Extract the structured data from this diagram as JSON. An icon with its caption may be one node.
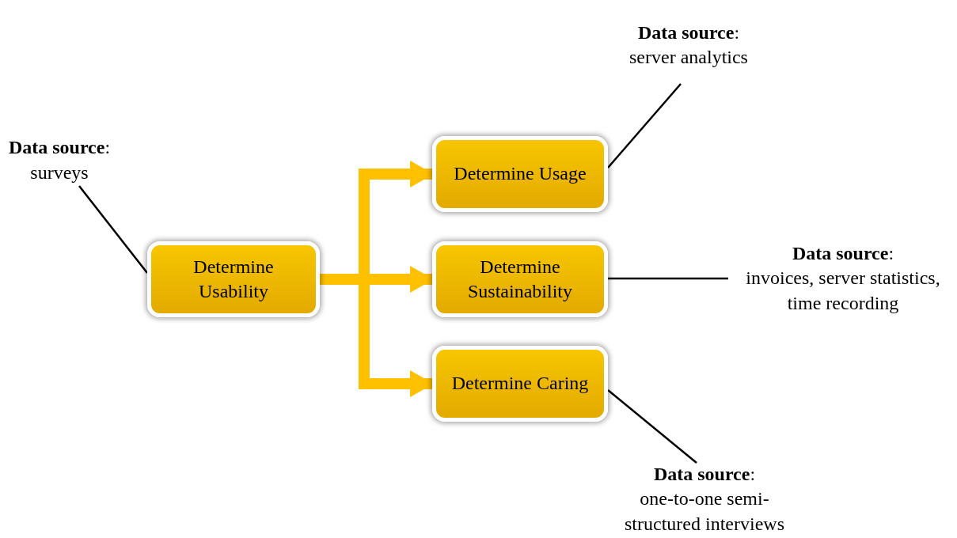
{
  "diagram": {
    "nodes": [
      {
        "text": [
          "**Data source**:",
          "surveys"
        ]
      },
      {
        "text": [
          "Determine Usability"
        ]
      },
      {
        "text": [
          "Determine Usage"
        ]
      },
      {
        "text": [
          "Determine Sustainability"
        ]
      },
      {
        "text": [
          "Determine Caring"
        ]
      },
      {
        "text": [
          "**Data source**:",
          "server analytics"
        ]
      },
      {
        "text": [
          "**Data source**:",
          "invoices, server statistics, time recording"
        ]
      },
      {
        "text": [
          "**Data source**:",
          "one-to-one semi-structured interviews"
        ]
      }
    ],
    "edges": [
      {
        "from": 0,
        "to": 1,
        "arrow": "none"
      },
      {
        "from": 1,
        "to": 2,
        "arrow": "to",
        "style": "thick",
        "color": "#ffc000"
      },
      {
        "from": 1,
        "to": 3,
        "arrow": "to",
        "style": "thick",
        "color": "#ffc000"
      },
      {
        "from": 1,
        "to": 4,
        "arrow": "to",
        "style": "thick",
        "color": "#ffc000"
      },
      {
        "from": 5,
        "to": 2,
        "arrow": "none"
      },
      {
        "from": 6,
        "to": 3,
        "arrow": "none"
      },
      {
        "from": 7,
        "to": 4,
        "arrow": "none"
      }
    ]
  }
}
